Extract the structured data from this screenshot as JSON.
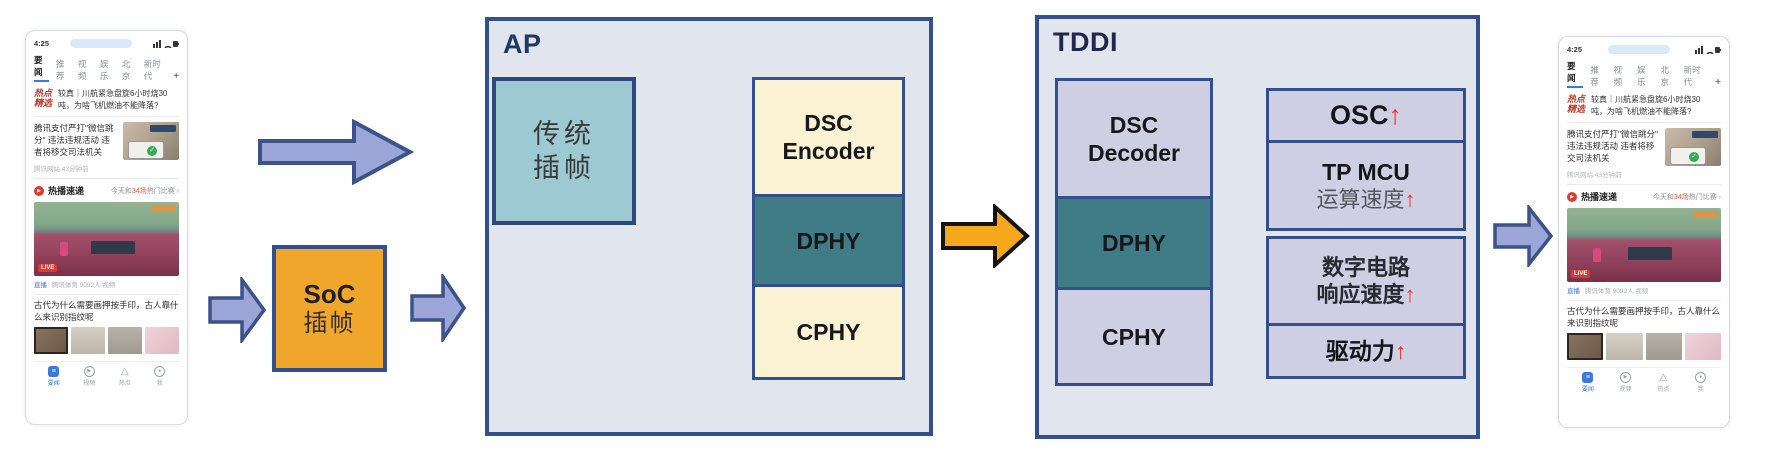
{
  "diagram": {
    "ap": {
      "label": "AP",
      "legacy": {
        "line1": "传统",
        "line2": "插帧"
      },
      "stack": {
        "top_line1": "DSC",
        "top_line2": "Encoder",
        "mid": "DPHY",
        "bottom": "CPHY"
      }
    },
    "tddi": {
      "label": "TDDI",
      "stack": {
        "top_line1": "DSC",
        "top_line2": "Decoder",
        "mid": "DPHY",
        "bottom": "CPHY"
      },
      "benefits": [
        {
          "line1": "OSC",
          "arrow": "↑"
        },
        {
          "line1": "TP MCU",
          "line2": "运算速度",
          "arrow": "↑"
        },
        {
          "line1": "数字电路",
          "line2": "响应速度",
          "arrow": "↑"
        },
        {
          "line1": "驱动力",
          "arrow": "↑"
        }
      ]
    },
    "soc": {
      "line1": "SoC",
      "line2": "插帧"
    }
  },
  "colors": {
    "navy_border": "#34508c",
    "periwinkle_arrow": "#9ca5d8",
    "orange_arrow": "#f5a81c",
    "teal_block": "#3f7c85",
    "cream_block": "#fbf2d4",
    "lavender_block": "#cfcfe4",
    "legacy_teal": "#9dc9d2",
    "soc_orange": "#f0a62b",
    "red_up_arrow": "#ff2a2a"
  },
  "phone": {
    "status_time": "4:25",
    "tabs": [
      "要闻",
      "推荐",
      "视频",
      "娱乐",
      "北京",
      "新时代"
    ],
    "tabs_plus": "+",
    "hot_badge_line1": "热点",
    "hot_badge_line2": "精选",
    "hot_line1": "较真｜川航紧急盘旋6小时烧30",
    "hot_line2": "吨，为啥飞机燃油不能降落?",
    "news1_title": "腾讯支付严打\"微信跳分\" 违法违规活动 违者将移交司法机关",
    "news1_meta": "腾讯网站 43分钟前",
    "check_glyph": "✓",
    "section_title": "热播速递",
    "section_link_pre": "今天和",
    "section_link_count": "34场",
    "section_link_post": "热门比赛 ›",
    "live_badge": "LIVE",
    "video_tag": "直播",
    "video_meta": "腾讯体育 9092人 视频",
    "news2_title": "古代为什么需要画押按手印，古人靠什么来识别指纹呢",
    "nav": [
      "要闻",
      "视频",
      "热点",
      "我"
    ],
    "nav_icon_play": "▶",
    "nav_icon_tri": "△",
    "nav_icon_me": "●",
    "nav_icon_home": "≡"
  }
}
